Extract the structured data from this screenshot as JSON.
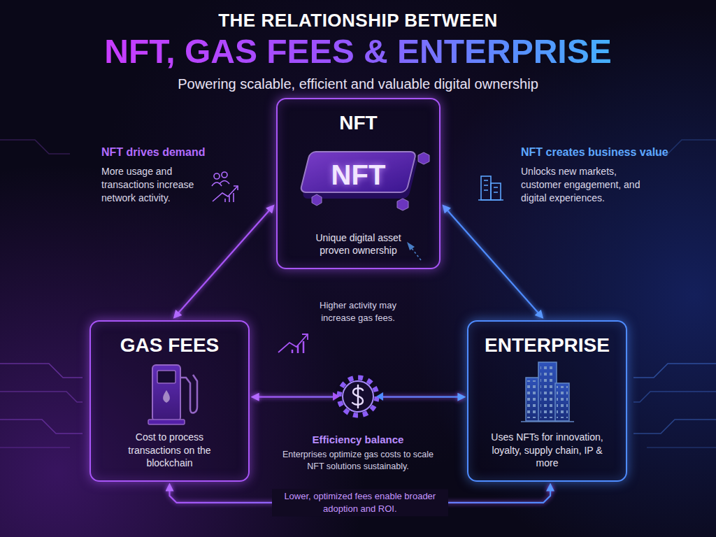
{
  "diagram": {
    "title": "THE RELATIONSHIP BETWEEN",
    "nodes": [
      {
        "text": [
          "NFT",
          "NFT",
          "Unique digital asset proven ownership"
        ]
      },
      {
        "text": [
          "GAS FEES",
          "Cost to process transactions on the blockchain"
        ]
      },
      {
        "text": [
          "ENTERPRISE",
          "Uses NFTs for innovation, loyalty, supply chain, IP & more"
        ]
      }
    ],
    "edges": [
      {
        "from": 0,
        "to": 1,
        "arrow": "both"
      },
      {
        "from": 0,
        "to": 2,
        "arrow": "both"
      },
      {
        "from": 1,
        "to": 2,
        "arrow": "both"
      },
      {
        "from": 1,
        "to": 2,
        "arrow": "both",
        "label": "Lower, optimized fees enable broader adoption and ROI."
      }
    ],
    "labels": [
      "NFT, GAS FEES & ENTERPRISE",
      "Powering scalable, efficient and valuable digital ownership",
      "NFT drives demand",
      "More usage and transactions increase network activity.",
      "NFT creates business value",
      "Unlocks new markets, customer engagement, and digital experiences.",
      "Higher activity may increase gas fees.",
      "Efficiency balance",
      "Enterprises optimize gas costs to scale NFT solutions sustainably."
    ]
  }
}
